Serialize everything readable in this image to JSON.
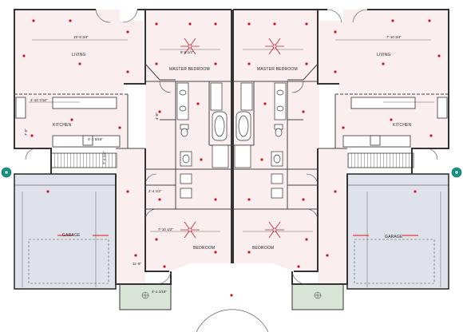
{
  "rooms": {
    "living_left": "LIVING",
    "living_right": "LIVING",
    "master_left": "MASTER BEDROOM",
    "master_right": "MASTER BEDROOM",
    "kitchen_left": "KITCHEN",
    "kitchen_right": "KITCHEN",
    "garage_left": "GARAGE",
    "garage_right": "GARAGE",
    "bedroom_left": "BEDROOM",
    "bedroom_right": "BEDROOM"
  },
  "dimensions": {
    "d1": "15'-8 3/4\"",
    "d2": "7'-10 3/4\"",
    "d3": "8'-6 1/2\"",
    "d4": "4'-10 7/16\"",
    "d5": "7'-10 1/2\"",
    "d6": "2'-4 1/2\"",
    "d7": "4'-1 1/16\"",
    "d8": "4'-1 5/16\"",
    "d9": "7'-5\"",
    "d10": "4'-6\"",
    "d11": "2'-4 1/4\"",
    "d12": "11'-6\""
  },
  "colors": {
    "room_fill": "#fbeeee",
    "garage_fill": "#dfe2ea",
    "wall": "#333333",
    "outlet": "#c41e2c",
    "door_hw": "#1a9488",
    "lintel": "#e05a5a",
    "porch_fill": "#d8e4d6"
  },
  "icons": [
    "ceiling-fan-icon",
    "electrical-outlet-icon",
    "door-hardware-icon",
    "plant-icon"
  ]
}
